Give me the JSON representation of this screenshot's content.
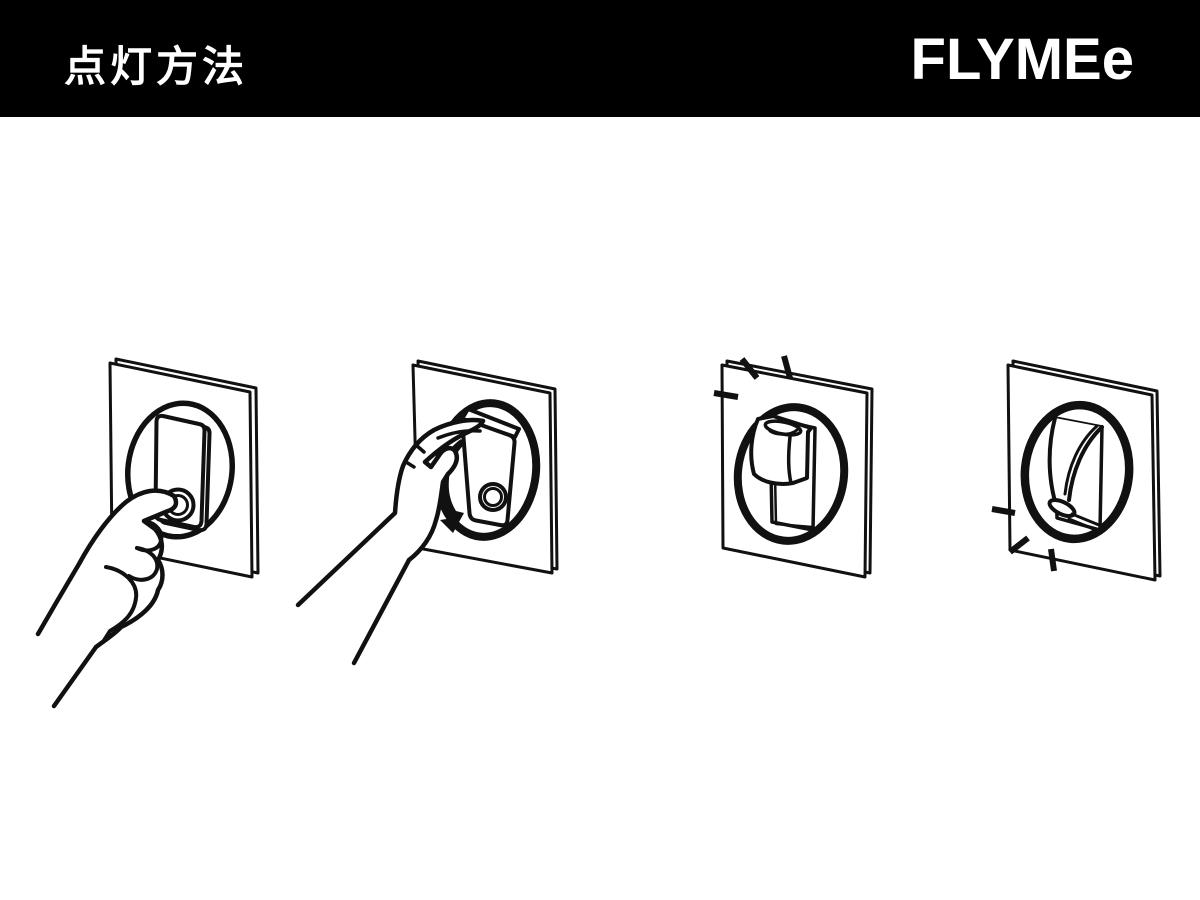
{
  "header": {
    "title": "点灯方法",
    "logo": "FLYMEe"
  },
  "colors": {
    "header_bg": "#000000",
    "header_text": "#ffffff",
    "canvas_bg": "#ffffff",
    "line": "#111111"
  },
  "steps": [
    {
      "id": 1,
      "icon": "hand-press-switch-button-illustration",
      "alt": "finger pressing the round button on the wall-mounted lamp plate"
    },
    {
      "id": 2,
      "icon": "hand-rotate-lamp-body-illustration",
      "alt": "hand rotating the lamp body with a curved arrow showing direction"
    },
    {
      "id": 3,
      "icon": "shade-up-light-on-illustration",
      "alt": "lamp shade tilted up, light rays at the top left corner of the plate"
    },
    {
      "id": 4,
      "icon": "shade-down-light-on-illustration",
      "alt": "lamp shade rolled down, light rays at the bottom left corner of the plate"
    }
  ]
}
